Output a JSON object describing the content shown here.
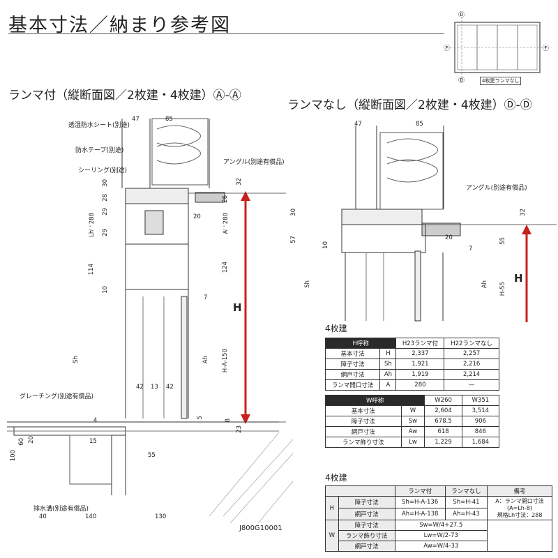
{
  "page": {
    "title": "基本寸法／納まり参考図",
    "code": "J800G10001"
  },
  "key_plan": {
    "label": "4枚建ランマなし",
    "marks": [
      "Ⓓ",
      "Ⓓ",
      "Ⓕ",
      "Ⓕ"
    ]
  },
  "left_section": {
    "title": "ランマ付（縦断面図／2枚建・4枚建）Ⓐ-Ⓐ",
    "callouts": [
      "透湿防水シート(別途)",
      "防水テープ(別途)",
      "シーリング(別途)",
      "アングル(別途有償品)",
      "グレーチング(別途有償品)",
      "排水溝(別途有償品)"
    ],
    "dims": [
      "47",
      "85",
      "30",
      "32",
      "28",
      "26",
      "29",
      "Lh：288",
      "20",
      "A：280",
      "29",
      "114",
      "124",
      "10",
      "7",
      "H",
      "Sh",
      "Ah",
      "H-A-150",
      "42",
      "13",
      "42",
      "4",
      "5",
      "8",
      "23",
      "15",
      "60",
      "20",
      "100",
      "55",
      "40",
      "140",
      "130"
    ]
  },
  "right_section": {
    "title": "ランマなし（縦断面図／2枚建・4枚建）Ⓓ-Ⓓ",
    "callouts": [
      "アングル(別途有償品)"
    ],
    "dims": [
      "47",
      "85",
      "30",
      "32",
      "57",
      "10",
      "20",
      "7",
      "55",
      "Sh",
      "Ah",
      "H-55",
      "H"
    ]
  },
  "table_h": {
    "title": "4枚建",
    "headers": [
      "H呼称",
      "",
      "H23ランマ付",
      "H22ランマなし"
    ],
    "rows": [
      [
        "基本寸法",
        "H",
        "2,337",
        "2,257"
      ],
      [
        "障子寸法",
        "Sh",
        "1,921",
        "2,216"
      ],
      [
        "網戸寸法",
        "Ah",
        "1,919",
        "2,214"
      ],
      [
        "ランマ開口寸法",
        "A",
        "280",
        "—"
      ]
    ]
  },
  "table_w": {
    "headers": [
      "W呼称",
      "",
      "W260",
      "W351"
    ],
    "rows": [
      [
        "基本寸法",
        "W",
        "2,604",
        "3,514"
      ],
      [
        "障子寸法",
        "Sw",
        "678.5",
        "906"
      ],
      [
        "網戸寸法",
        "Aw",
        "618",
        "846"
      ],
      [
        "ランマ飾り寸法",
        "Lw",
        "1,229",
        "1,684"
      ]
    ]
  },
  "formula_table": {
    "title": "4枚建",
    "col_heads": [
      "ランマ付",
      "ランマなし",
      "備考"
    ],
    "h_group": "H",
    "w_group": "W",
    "h_rows": [
      [
        "障子寸法",
        "Sh=H-A-136",
        "Sh=H-41"
      ],
      [
        "網戸寸法",
        "Ah=H-A-138",
        "Ah=H-43"
      ]
    ],
    "note": "A：ランマ開口寸法\n(A=Lh-8)\n規格Lh寸法：288",
    "w_rows": [
      [
        "障子寸法",
        "Sw=W/4+27.5"
      ],
      [
        "ランマ飾り寸法",
        "Lw=W/2-73"
      ],
      [
        "網戸寸法",
        "Aw=W/4-33"
      ]
    ]
  },
  "colors": {
    "accent_arrow": "#c8201c",
    "line": "#333333"
  }
}
